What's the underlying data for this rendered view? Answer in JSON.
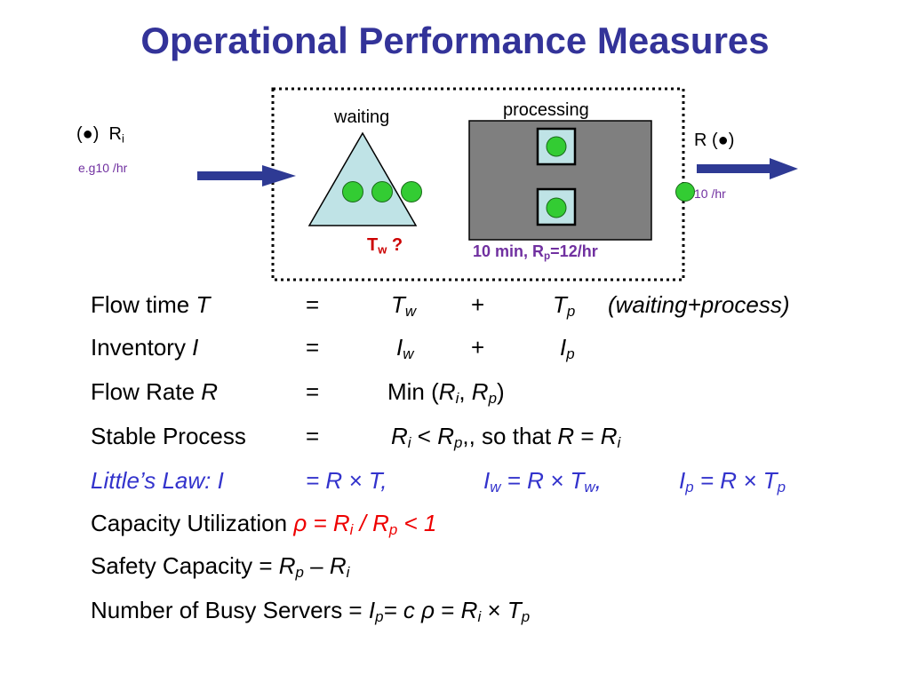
{
  "title": "Operational Performance Measures",
  "diagram": {
    "input_symbol": "(●)",
    "input_rate_main": "R",
    "input_rate_sub": "i",
    "input_example": "e.g10 /hr",
    "output_label": "R  (●)",
    "output_rate": "10 /hr",
    "waiting_label": "waiting",
    "processing_label": "processing",
    "tw_main": "T",
    "tw_sub": "w",
    "tw_suffix": " ?",
    "process_time": "10 min, R",
    "process_sub": "p",
    "process_rate": "=12/hr",
    "colors": {
      "title": "#333399",
      "arrow": "#2E3A94",
      "triangle": "#BFE3E6",
      "server_box": "#7F7F7F",
      "server_slot": "#BFE3E6",
      "dot": "#33CC33",
      "waiting_text": "#CC0000",
      "process_text": "#7030A0",
      "law_text": "#3333CC",
      "utilization_text": "#EE0000"
    }
  },
  "rows": {
    "r1": {
      "label": "Flow time ",
      "var": "T",
      "eq": "=",
      "a": "T",
      "a_sub": "w",
      "plus": "+",
      "b": "T",
      "b_sub": "p",
      "note": "(waiting+process)"
    },
    "r2": {
      "label": "Inventory ",
      "var": "I",
      "eq": "=",
      "a": "I",
      "a_sub": "w",
      "plus": "+",
      "b": "I",
      "b_sub": "p"
    },
    "r3": {
      "label": "Flow Rate ",
      "var": "R",
      "eq": "=",
      "min": "Min (",
      "a": "R",
      "a_sub": "i",
      "comma": ", ",
      "b": "R",
      "b_sub": "p",
      "close": ")"
    },
    "r4": {
      "label": "Stable Process",
      "eq": "=",
      "a": "R",
      "a_sub": "i",
      "lt": " < ",
      "b": "R",
      "b_sub": "p",
      "rest": ",, so that ",
      "c": "R",
      "eq2": " = ",
      "d": "R",
      "d_sub": "i"
    },
    "r5": {
      "label": "Little’s Law: I",
      "eq": "=  R × T,",
      "a": "I",
      "a_sub": "w",
      "a_rest": " = R × T",
      "a_rest_sub": "w",
      "a_end": ",",
      "b": "I",
      "b_sub": "p",
      "b_rest": " = R × T",
      "b_rest_sub": "p"
    },
    "r6": {
      "label": "Capacity Utilization  ",
      "rho": "ρ",
      "mid": " = R",
      "mid_sub": "i",
      "slash": " / R",
      "slash_sub": "p",
      "end": " < 1"
    },
    "r7": {
      "label": "Safety Capacity  = ",
      "a": "R",
      "a_sub": "p",
      "minus": " – ",
      "b": "R",
      "b_sub": "i"
    },
    "r8": {
      "label": "Number of Busy Servers = ",
      "a": "I",
      "a_sub": "p",
      "mid": "= c ",
      "rho": "ρ",
      "eq": " = ",
      "b": "R",
      "b_sub": "i",
      "times": " × ",
      "c": "T",
      "c_sub": "p"
    }
  }
}
